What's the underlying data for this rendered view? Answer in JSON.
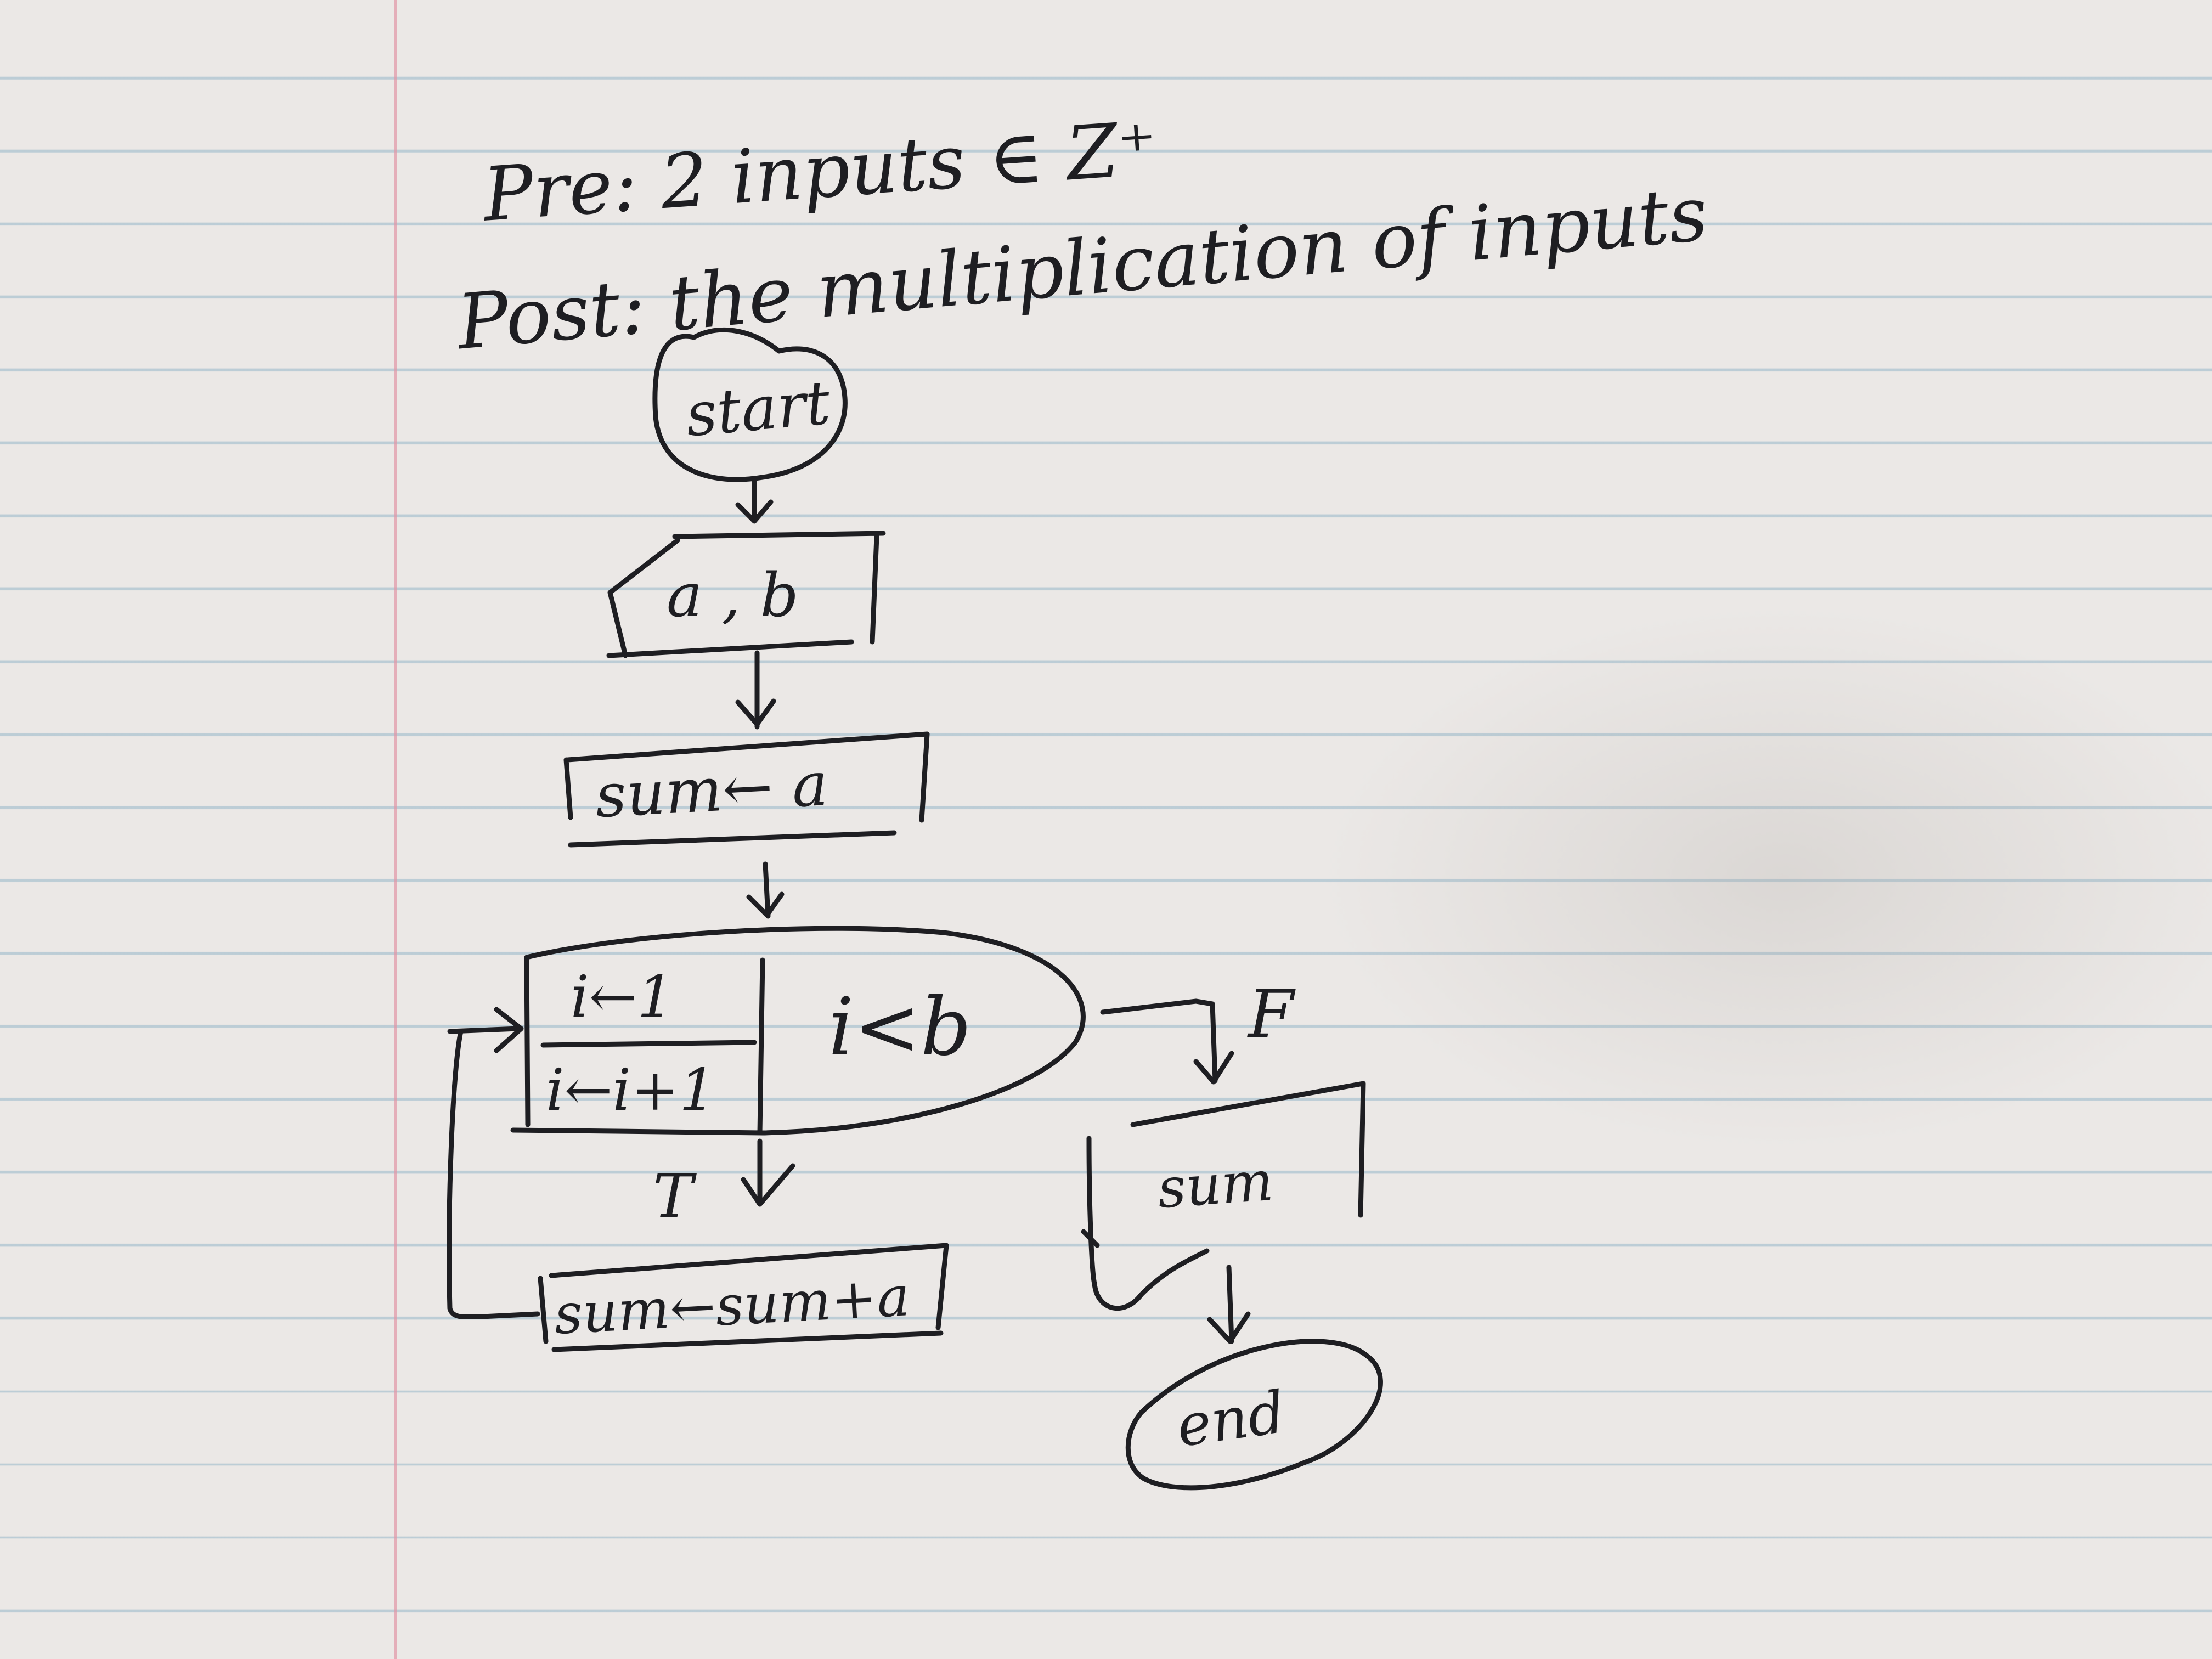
{
  "header": {
    "pre": "Pre: 2 inputs ∈ Z⁺",
    "post": "Post: the multiplication of inputs"
  },
  "nodes": {
    "start": "start",
    "input": "a , b",
    "init": "sum← a",
    "loop_init": "i←1",
    "loop_step": "i←i+1",
    "loop_cond": "i<b",
    "body": "sum←sum+a",
    "output": "sum",
    "end": "end"
  },
  "edges": {
    "true_label": "T",
    "false_label": "F"
  },
  "colors": {
    "ink": "#1e1e22",
    "paper": "#ebe8e6",
    "rule_line": "#96b6c8",
    "margin_line": "#e196a5"
  }
}
